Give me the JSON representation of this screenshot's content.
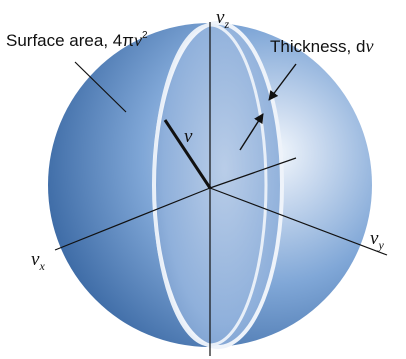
{
  "labels": {
    "surface_area_prefix": "Surface area, 4",
    "surface_area_pi": "π",
    "surface_area_v": "v",
    "surface_area_exp": "2",
    "thickness_prefix": "Thickness, d",
    "thickness_v": "v",
    "radius": "v",
    "axis_z_main": "v",
    "axis_z_sub": "z",
    "axis_x_main": "v",
    "axis_x_sub": "x",
    "axis_y_main": "v",
    "axis_y_sub": "y"
  },
  "colors": {
    "sphere_highlight": "#eef4fb",
    "sphere_mid": "#7fa6d6",
    "sphere_dark": "#2f5f99",
    "shell_ring": "#f2f6fb",
    "line": "#111111"
  }
}
